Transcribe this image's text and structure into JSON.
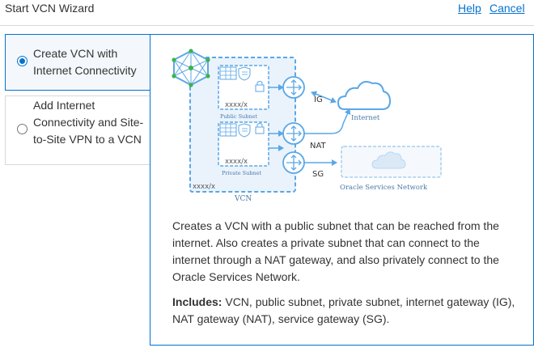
{
  "header": {
    "title": "Start VCN Wizard",
    "help_label": "Help",
    "cancel_label": "Cancel"
  },
  "options": [
    {
      "label": "Create VCN with Internet Connectivity",
      "selected": true
    },
    {
      "label": "Add Internet Connectivity and Site-to-Site VPN to a VCN",
      "selected": false
    }
  ],
  "diagram": {
    "public_subnet_cidr": "xxxx/x",
    "public_subnet_label": "Public Subnet",
    "private_subnet_cidr": "xxxx/x",
    "private_subnet_label": "Private Subnet",
    "vcn_cidr": "xxxx/x",
    "vcn_label": "VCN",
    "ig_label": "IG",
    "nat_label": "NAT",
    "sg_label": "SG",
    "internet_label": "Internet",
    "osn_label": "Oracle Services Network"
  },
  "description": "Creates a VCN with a public subnet that can be reached from the internet. Also creates a private subnet that can connect to the internet through a NAT gateway, and also privately connect to the Oracle Services Network.",
  "includes": {
    "label": "Includes:",
    "text": " VCN, public subnet, private subnet, internet gateway (IG), NAT gateway (NAT), service gateway (SG)."
  },
  "colors": {
    "accent": "#0572ce",
    "diagram_blue": "#5ba7e6",
    "vcn_fill": "#eaf3fc",
    "diagram_text": "#4a78a8"
  }
}
